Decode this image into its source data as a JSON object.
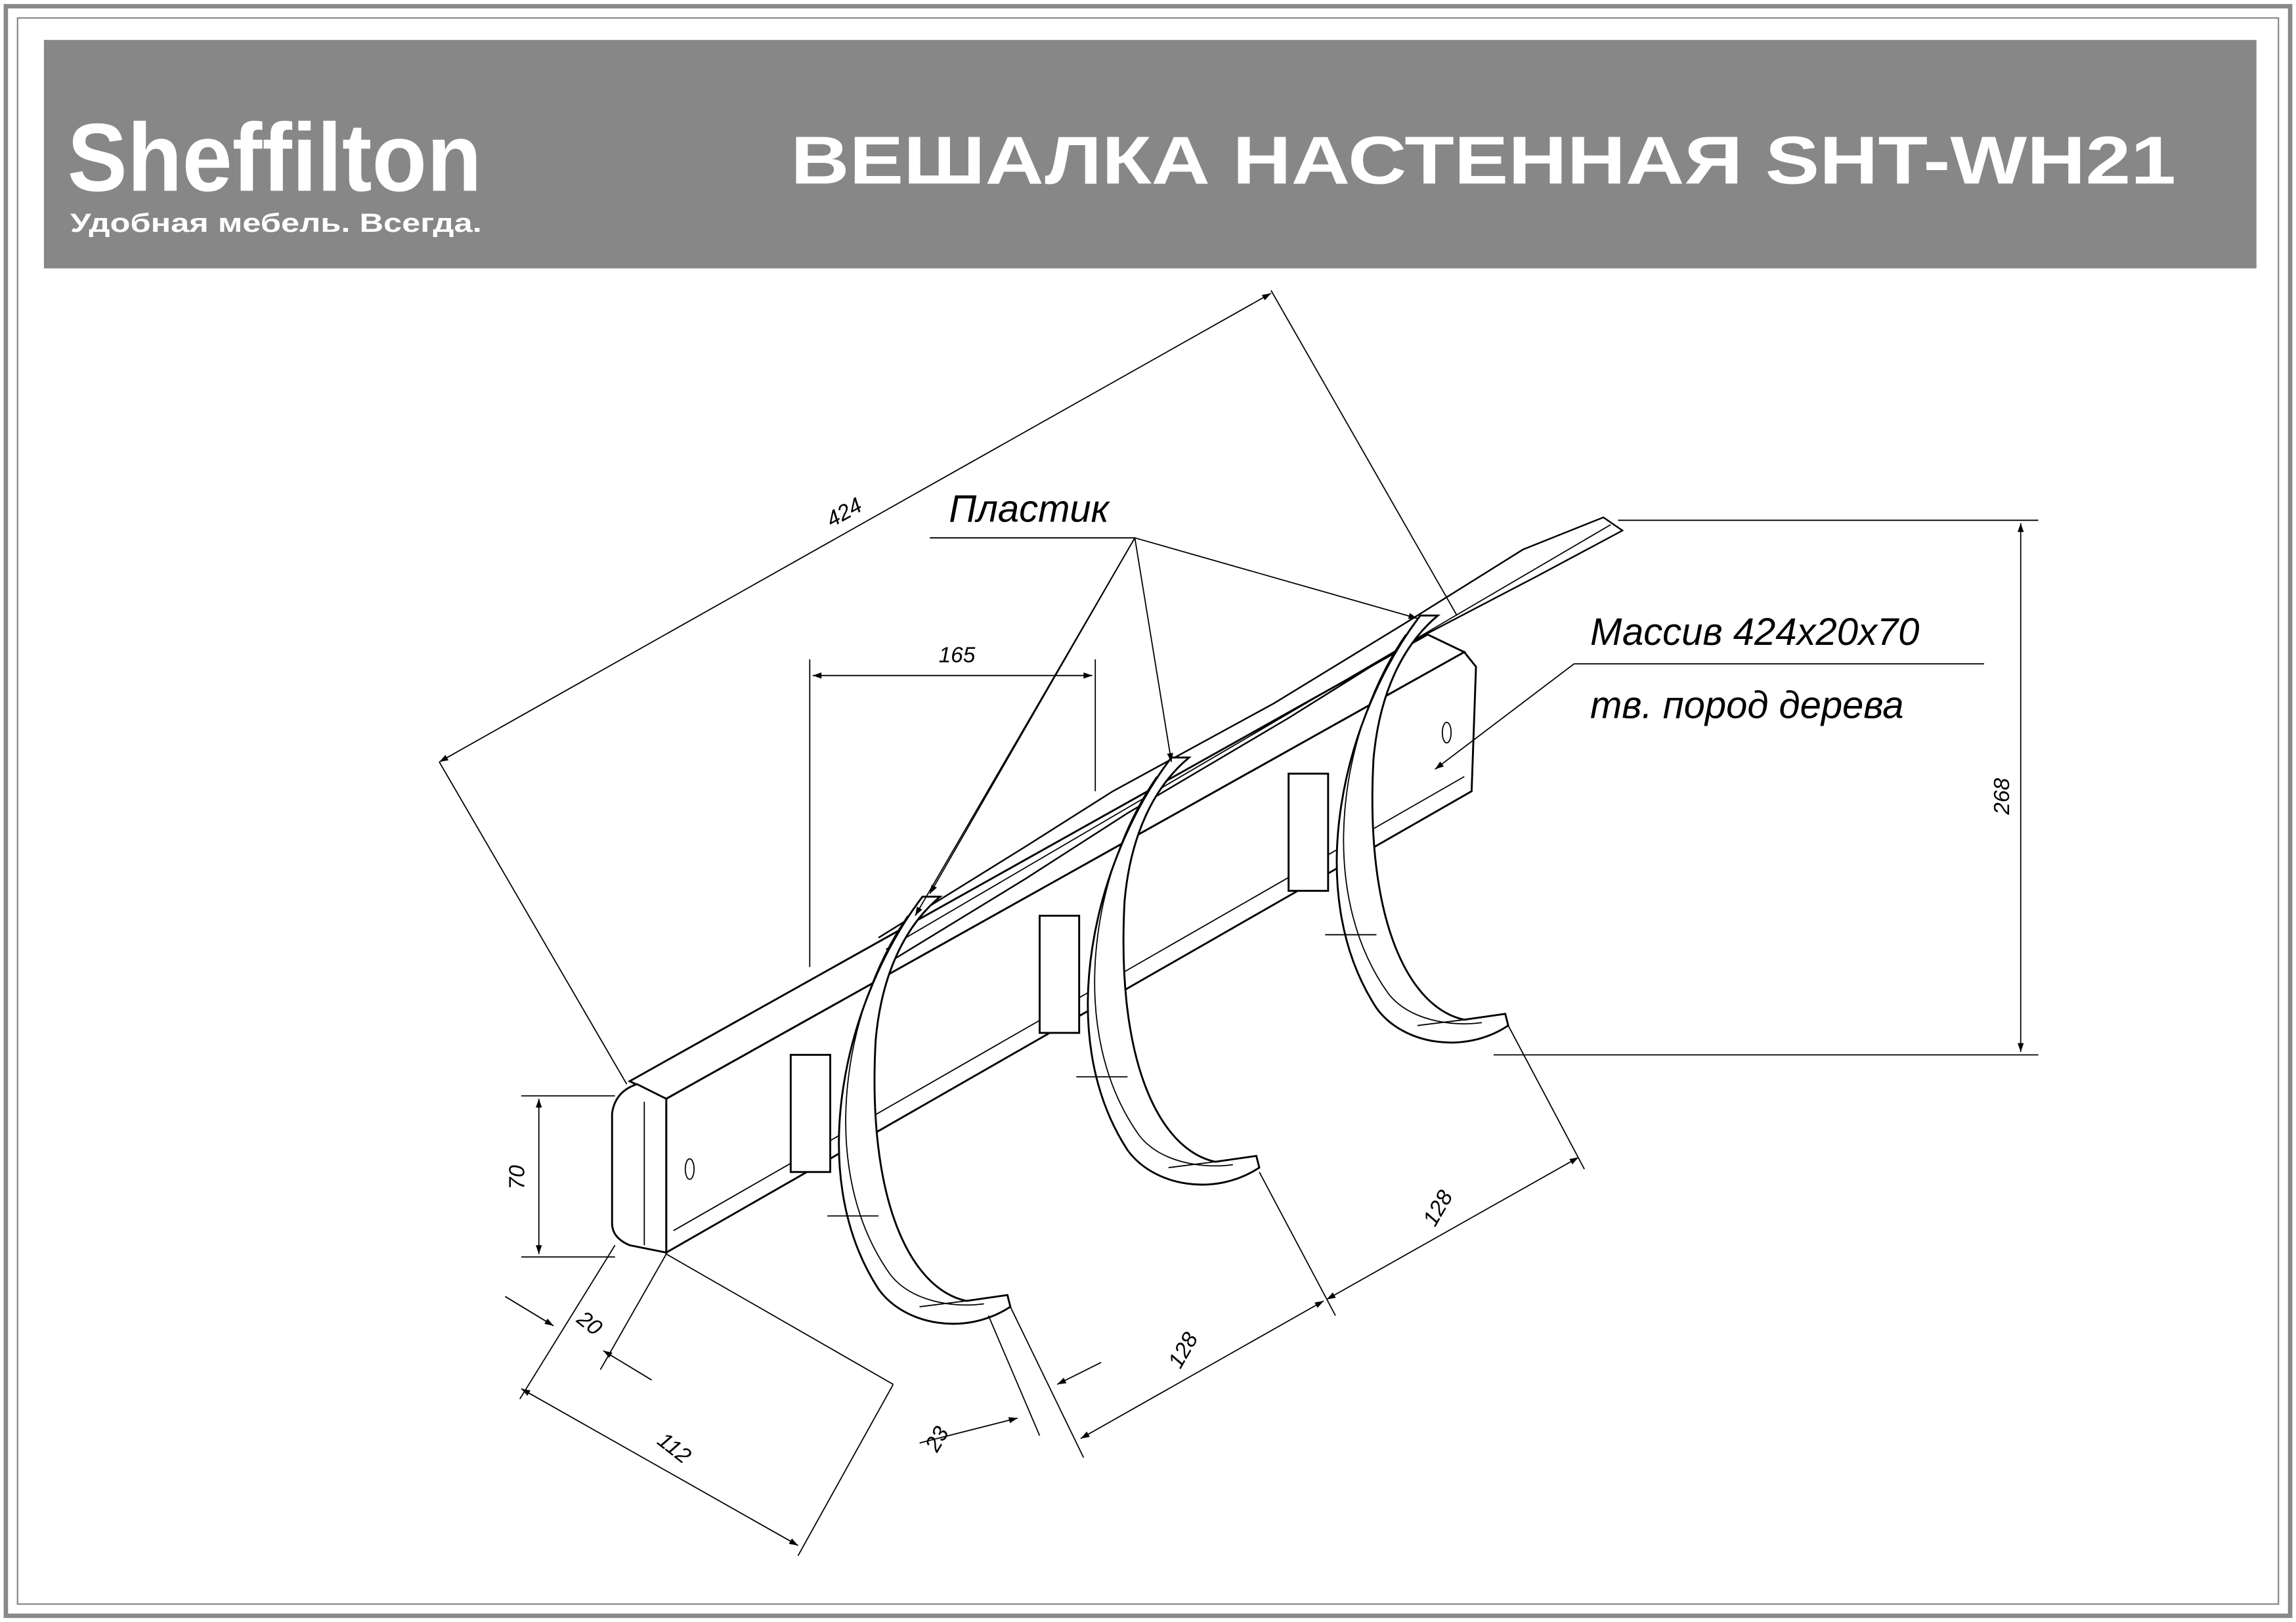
{
  "header": {
    "logo": "Sheffilton",
    "tagline": "Удобная мебель. Всегда.",
    "title": "ВЕШАЛКА НАСТЕННАЯ SHT-WH21",
    "background_color": "#878787"
  },
  "drawing": {
    "material_plastic": "Пластик",
    "material_wood_line1": "Массив 424x20x70",
    "material_wood_line2": "тв. пород дерева",
    "dimensions": {
      "length": "424",
      "hook_offset": "165",
      "total_height": "268",
      "board_height": "70",
      "board_thickness": "20",
      "depth": "112",
      "hook_width": "23",
      "spacing_1": "128",
      "spacing_2": "128"
    }
  }
}
